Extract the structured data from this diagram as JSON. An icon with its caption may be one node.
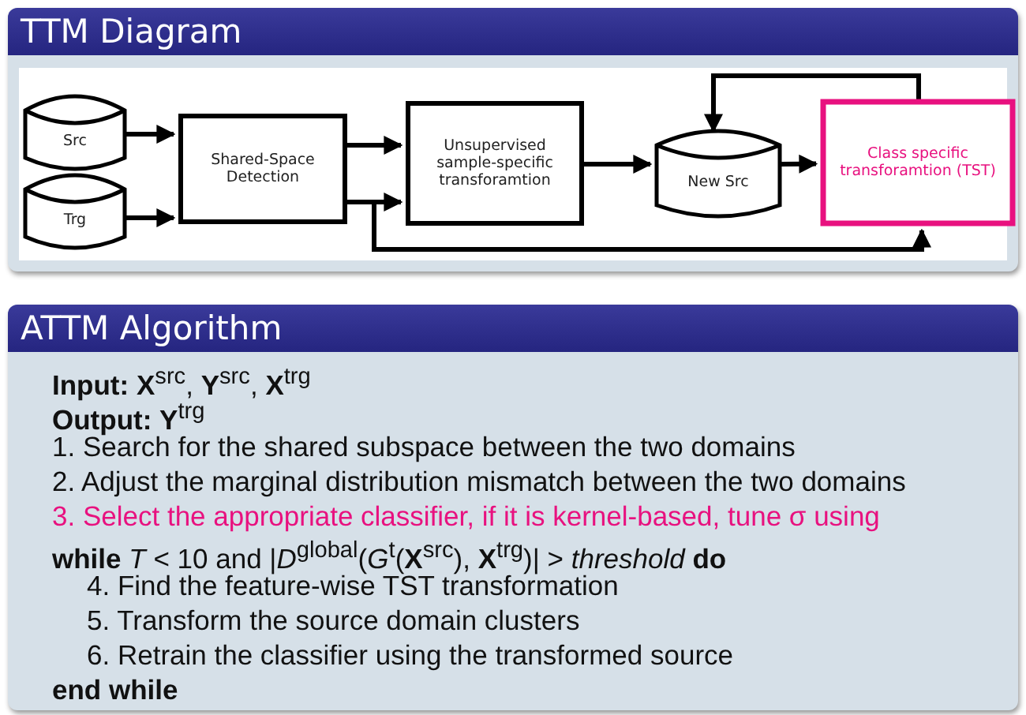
{
  "diagram": {
    "nodes": [
      {
        "text": [
          "TTM Diagram"
        ]
      },
      {
        "text": [
          "Src"
        ],
        "in": 0
      },
      {
        "text": [
          "Trg"
        ],
        "in": 0
      },
      {
        "text": [
          "Shared-Space Detection"
        ],
        "in": 0
      },
      {
        "text": [
          "Unsupervised sample-specific transforamtion"
        ],
        "in": 0
      },
      {
        "text": [
          "New Src"
        ],
        "in": 0
      },
      {
        "text": [
          "Class specific transforamtion (TST)"
        ],
        "in": 0
      },
      {
        "text": [
          "ATTM Algorithm",
          "**Input:** **X**$^{src}$, **Y**$^{src}$, **X**$^{trg}$",
          "**Output:** **Y**$^{trg}$",
          "1. Search for the shared subspace between the two domains",
          "2. Adjust the marginal distribution mismatch between the two domains",
          "3. Select the appropriate classifier, if it is kernel-based, tune σ using",
          "**while** *T* < 10 and |*D*$^{global}$(*G*$^{t}$(**X**$^{src}$), **X**$^{trg}$)| > *threshold* **do**",
          "4. Find the feature-wise TST transformation",
          "5. Transform the source domain clusters",
          "6. Retrain the classifier using the transformed source",
          "end while"
        ]
      }
    ],
    "edges": [
      {
        "from": 1,
        "to": 3,
        "arrow": "to"
      },
      {
        "from": 2,
        "to": 3,
        "arrow": "to"
      },
      {
        "from": 3,
        "to": 4,
        "arrow": "to"
      },
      {
        "from": 3,
        "to": 4,
        "arrow": "to"
      },
      {
        "from": 3,
        "to": 6,
        "arrow": "to"
      },
      {
        "from": 4,
        "to": 5,
        "arrow": "to"
      },
      {
        "from": 5,
        "to": 6,
        "arrow": "to"
      },
      {
        "from": 6,
        "to": 5,
        "arrow": "to"
      }
    ]
  }
}
